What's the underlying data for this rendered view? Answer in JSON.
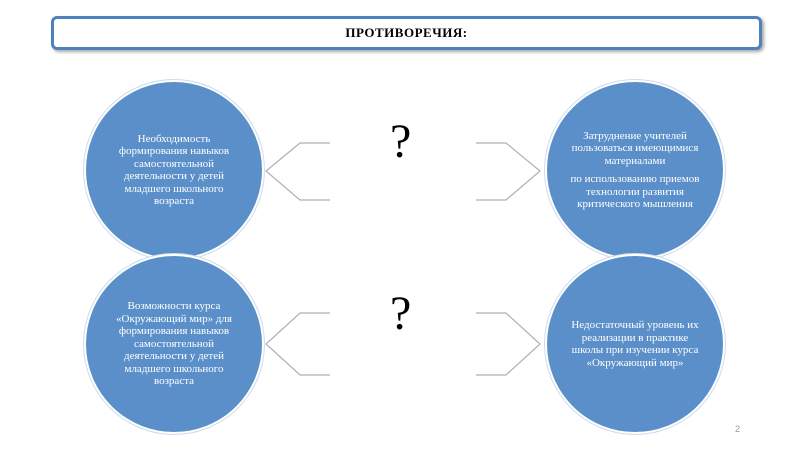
{
  "title": "ПРОТИВОРЕЧИЯ:",
  "circles": {
    "top_left": "Необходимость формирования навыков самостоятельной деятельности у детей младшего школьного возраста",
    "top_right_1": "Затруднение учителей пользоваться имеющимися материалами",
    "top_right_2": "по использованию приемов технологии развития критического мышления",
    "bottom_left": "Возможности курса «Окружающий мир» для формирования навыков самостоятельной деятельности у детей младшего школьного возраста",
    "bottom_right": "Недостаточный уровень их реализации в практике школы при изучении курса «Окружающий мир»"
  },
  "question_marks": [
    "?",
    "?"
  ],
  "page_number": "2",
  "colors": {
    "circle_fill": "#5b8fc9",
    "title_border": "#4f81bd",
    "connector": "#b0b0b0"
  }
}
